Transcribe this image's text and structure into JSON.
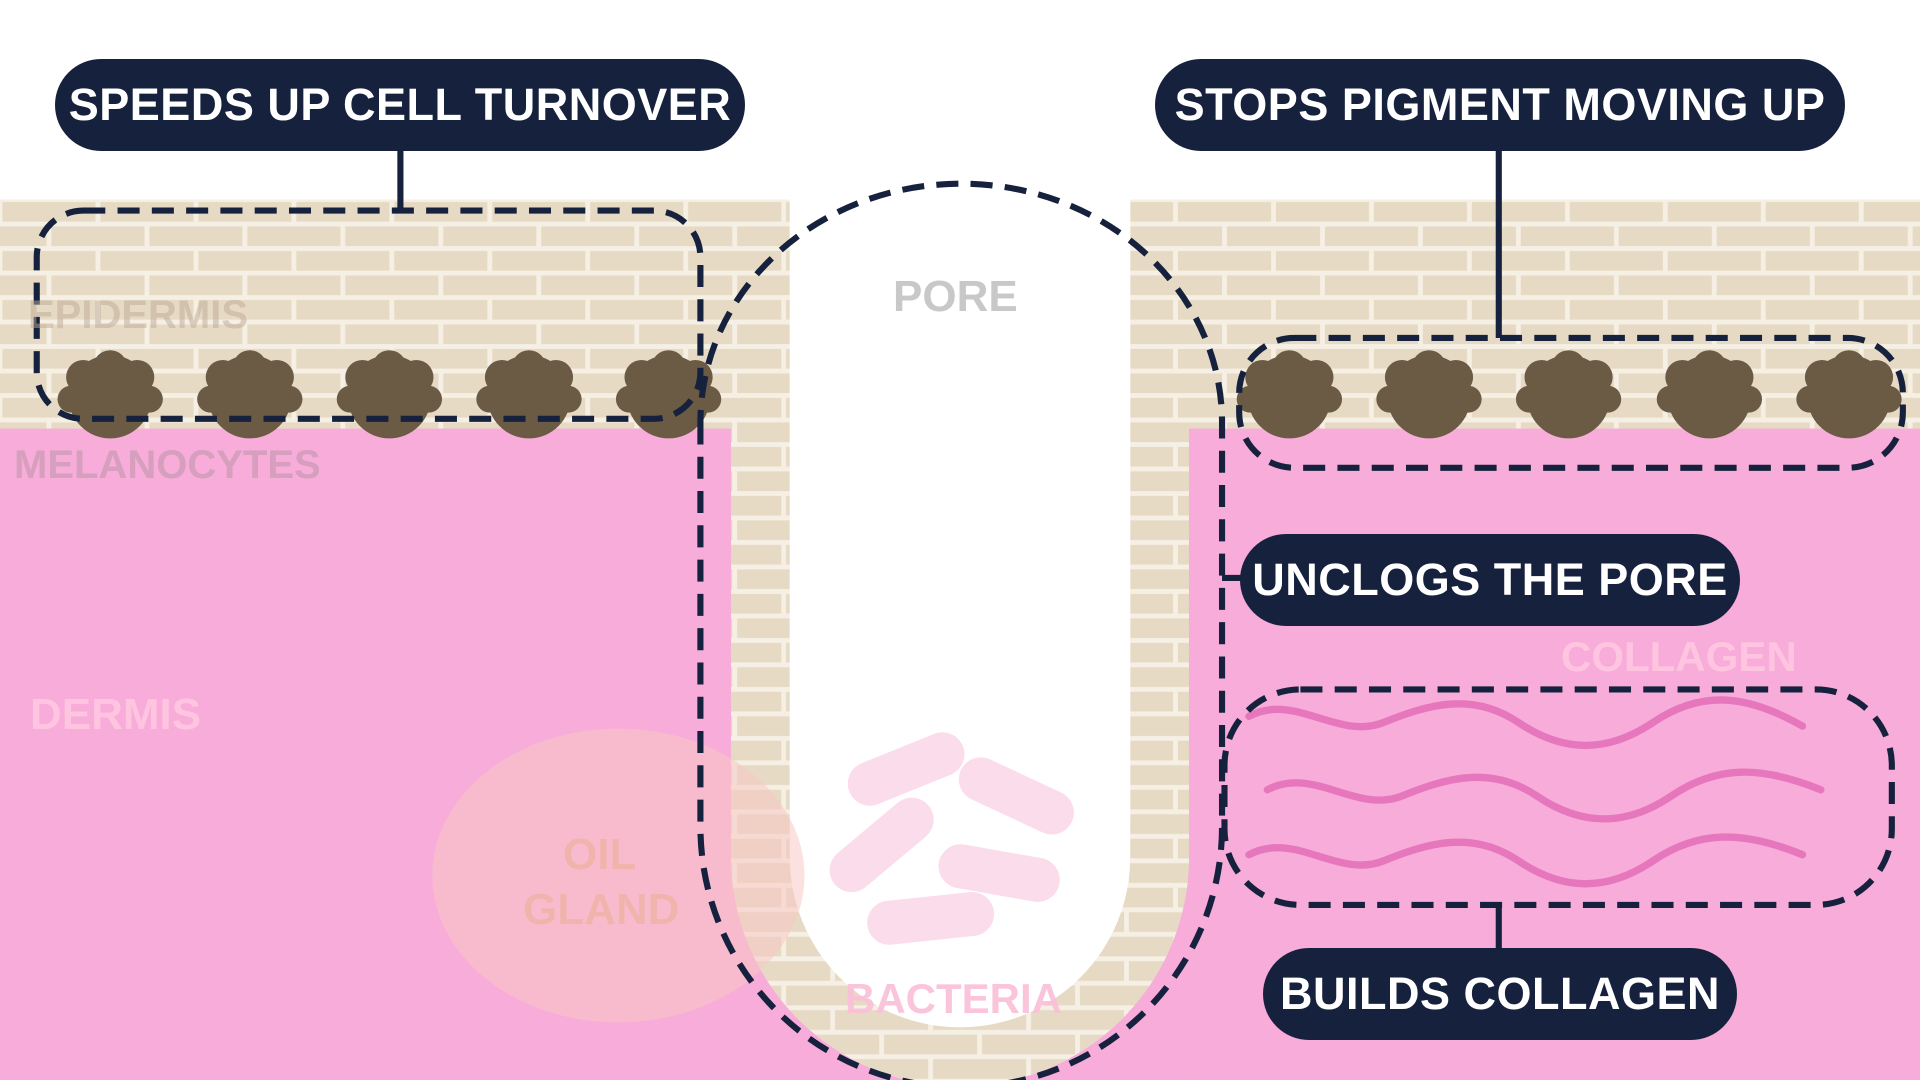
{
  "callouts": {
    "cell_turnover": "SPEEDS UP CELL TURNOVER",
    "pigment": "STOPS PIGMENT MOVING UP",
    "unclog": "UNCLOGS THE PORE",
    "collagen": "BUILDS COLLAGEN"
  },
  "labels": {
    "epidermis": "EPIDERMIS",
    "melanocytes": "MELANOCYTES",
    "dermis": "DERMIS",
    "pore": "PORE",
    "oil_gland_line1": "OIL",
    "oil_gland_line2": "GLAND",
    "bacteria": "BACTERIA",
    "collagen": "COLLAGEN"
  },
  "colors": {
    "callout_bg": "#16223d",
    "callout_text": "#ffffff",
    "epidermis_brick": "#e6dac4",
    "brick_mortar": "#f5efe4",
    "dermis": "#f8acd9",
    "melanocyte": "#6b5a44",
    "collagen_fiber": "#e677bd",
    "bacteria": "#fbd6e8",
    "oil_gland": "#f8c8c4",
    "dashed_outline": "#16223d"
  },
  "icons": {
    "melanocyte": "melanocyte-cell-icon",
    "bacteria": "bacteria-rod-icon",
    "collagen": "collagen-fiber-wave"
  }
}
